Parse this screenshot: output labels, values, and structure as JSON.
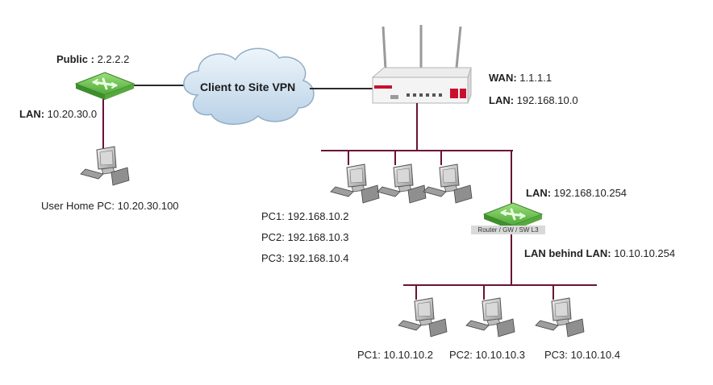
{
  "colors": {
    "line_dark": "#2b2b2b",
    "line_bus": "#6b1236",
    "cloud_fill": "#cfe0ee",
    "switch_green": "#6dc24a",
    "appliance_red": "#c8102e"
  },
  "vpn_cloud": {
    "label": "Client to Site VPN",
    "icon": "cloud-icon"
  },
  "home_side": {
    "public_label": "Public :",
    "public_value": "2.2.2.2",
    "lan_label": "LAN:",
    "lan_value": "10.20.30.0",
    "pc_text": "User Home PC: 10.20.30.100"
  },
  "firewall": {
    "icon": "firewall-appliance-icon",
    "wan_label": "WAN:",
    "wan_value": "1.1.1.1",
    "lan_label": "LAN:",
    "lan_value": "192.168.10.0"
  },
  "lan1_pcs": [
    "PC1: 192.168.10.2",
    "PC2: 192.168.10.3",
    "PC3: 192.168.10.4"
  ],
  "l3_router": {
    "caption": "Router / GW / SW L3",
    "lan_label": "LAN:",
    "lan_value": "192.168.10.254",
    "behind_label": "LAN behind LAN:",
    "behind_value": "10.10.10.254"
  },
  "lan2_pcs": [
    "PC1: 10.10.10.2",
    "PC2: 10.10.10.3",
    "PC3: 10.10.10.4"
  ]
}
